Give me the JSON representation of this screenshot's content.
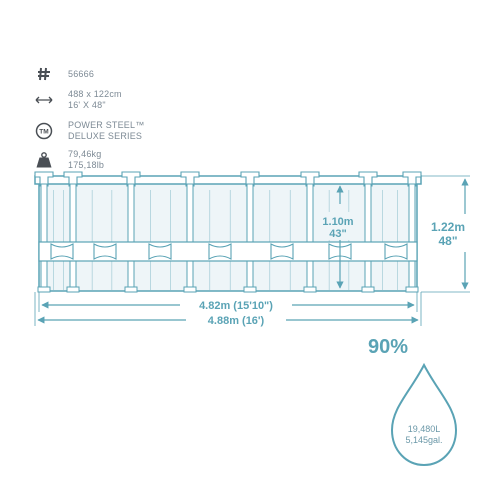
{
  "specs": {
    "model": "56666",
    "size_metric": "488 x 122cm",
    "size_imperial": "16' X 48\"",
    "series_line1": "POWER STEEL™",
    "series_line2": "DELUXE SERIES",
    "weight_kg": "79,46kg",
    "weight_lb": "175,18lb",
    "icons": {
      "model": "hash-icon",
      "size": "double-arrow-icon",
      "series": "trademark-icon",
      "weight": "weight-icon"
    }
  },
  "diagram": {
    "inner_height_m": "1.10m",
    "inner_height_in": "43\"",
    "total_height_m": "1.22m",
    "total_height_in": "48\"",
    "inner_width": "4.82m (15'10\")",
    "total_width": "4.88m (16')"
  },
  "fill": {
    "percent": "90%",
    "volume_l": "19,480L",
    "volume_gal": "5,145gal."
  },
  "colors": {
    "accent": "#5aa3b5",
    "text_gray": "#7d8a95",
    "pool_fill": "#eef5f8"
  }
}
